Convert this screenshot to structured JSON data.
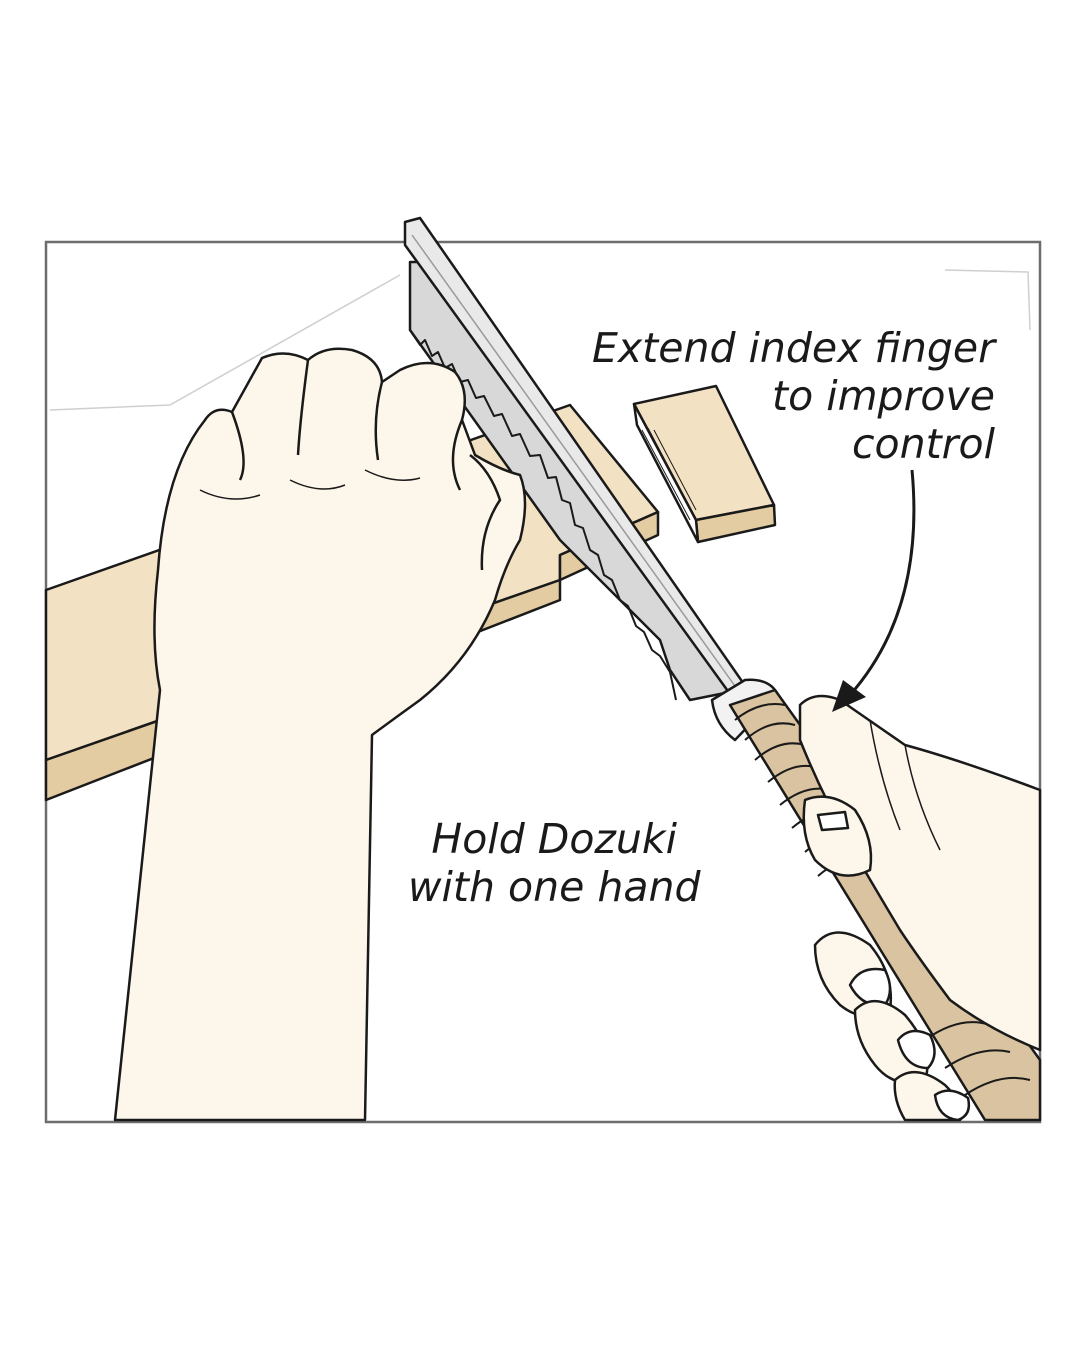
{
  "callouts": {
    "finger": {
      "lines": [
        "Extend index finger",
        "to improve",
        "control"
      ]
    },
    "hold": {
      "lines": [
        "Hold Dozuki",
        "with one hand"
      ]
    }
  },
  "colors": {
    "skin": "#fdf6ea",
    "wood_light": "#f2e1c2",
    "wood_dark": "#e3cca2",
    "handle_wrap": "#d9c3a0",
    "blade": "#d8d8d8",
    "spine": "#e9e9e9",
    "outline": "#1a1a1a",
    "frame": "#6d6d6d"
  },
  "icons": [
    "arrow-pointer-icon"
  ]
}
